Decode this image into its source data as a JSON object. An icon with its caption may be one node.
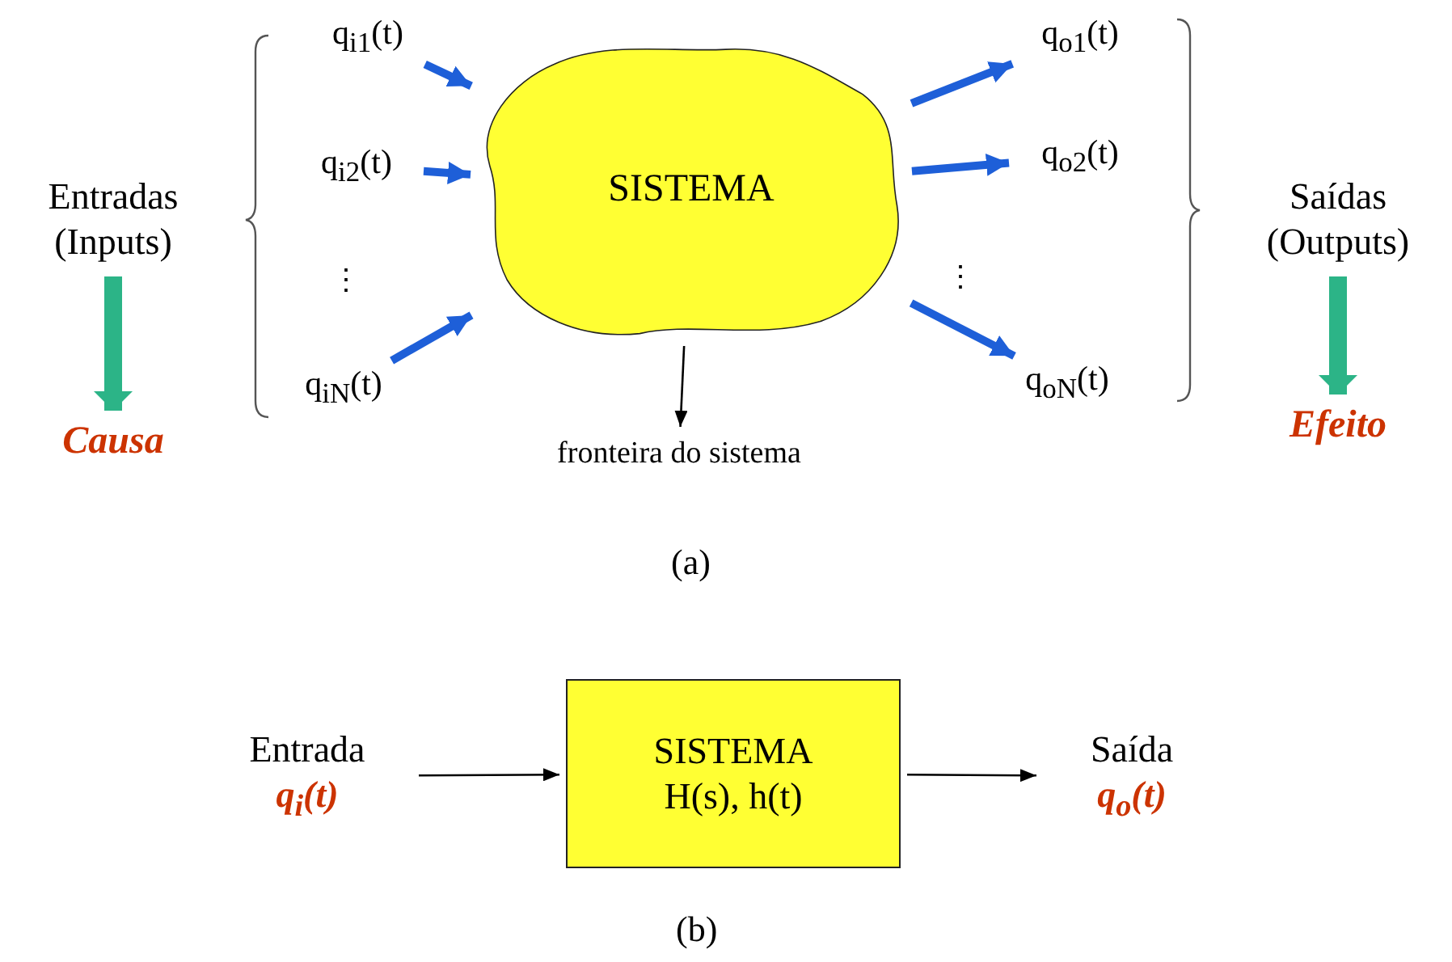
{
  "diagram": {
    "nodes": [
      {
        "text": [
          "SISTEMA"
        ]
      },
      {
        "text": [
          "q$_{i1}$(t)"
        ]
      },
      {
        "text": [
          "q$_{i2}$(t)"
        ]
      },
      {
        "text": [
          "q$_{iN}$(t)"
        ]
      },
      {
        "text": [
          "q$_{o1}$(t)"
        ]
      },
      {
        "text": [
          "q$_{o2}$(t)"
        ]
      },
      {
        "text": [
          "q$_{oN}$(t)"
        ]
      },
      {
        "text": [
          "fronteira do sistema"
        ]
      },
      {
        "text": [
          "Entradas (Inputs)"
        ]
      },
      {
        "text": [
          "Causa"
        ]
      },
      {
        "text": [
          "Saídas (Outputs)"
        ]
      },
      {
        "text": [
          "Efeito"
        ]
      },
      {
        "text": [
          "Entrada",
          "q$_{i}$(t)"
        ]
      },
      {
        "text": [
          "SISTEMA",
          "H(s), h(t)"
        ]
      },
      {
        "text": [
          "Saída",
          "q$_{o}$(t)"
        ]
      }
    ],
    "edges": [
      {
        "from": 1,
        "to": 0,
        "arrow": "to"
      },
      {
        "from": 2,
        "to": 0,
        "arrow": "to"
      },
      {
        "from": 3,
        "to": 0,
        "arrow": "to"
      },
      {
        "from": 0,
        "to": 4,
        "arrow": "to"
      },
      {
        "from": 0,
        "to": 5,
        "arrow": "to"
      },
      {
        "from": 0,
        "to": 6,
        "arrow": "to"
      },
      {
        "from": 0,
        "to": 7,
        "arrow": "to",
        "color": "#000000"
      },
      {
        "from": 8,
        "to": 9,
        "arrow": "to",
        "style": "thick",
        "color": "#2cb487"
      },
      {
        "from": 10,
        "to": 11,
        "arrow": "to",
        "style": "thick",
        "color": "#2cb487"
      },
      {
        "from": 12,
        "to": 13,
        "arrow": "to",
        "color": "#000000"
      },
      {
        "from": 13,
        "to": 14,
        "arrow": "to",
        "color": "#000000"
      }
    ],
    "labels": [
      "⋮",
      "⋮",
      "(a)",
      "(b)"
    ]
  }
}
